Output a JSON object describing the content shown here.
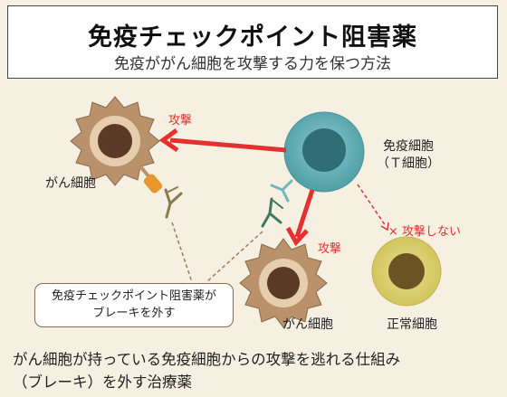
{
  "header": {
    "title": "免疫チェックポイント阻害薬",
    "subtitle": "免疫ががん細胞を攻撃する力を保つ方法"
  },
  "labels": {
    "attack_top": "攻撃",
    "attack_mid": "攻撃",
    "no_attack": "× 攻撃しない",
    "cancer_cell_left": "がん細胞",
    "cancer_cell_bottom": "がん細胞",
    "t_cell_line1": "免疫細胞",
    "t_cell_line2": "（Ｔ細胞）",
    "normal_cell": "正常細胞"
  },
  "callout": {
    "line1": "免疫チェックポイント阻害薬が",
    "line2": "ブレーキを外す"
  },
  "footer": {
    "line1": "がん細胞が持っている免疫細胞からの攻撃を逃れる仕組み",
    "line2": "（ブレーキ）を外す治療薬"
  },
  "colors": {
    "background": "#f6f0e2",
    "attack_arrow": "#e53030",
    "t_cell": "#5aa8b0",
    "cancer_cell": "#b9926c",
    "normal_cell": "#d8cd6c",
    "drug": "#e8962e"
  }
}
